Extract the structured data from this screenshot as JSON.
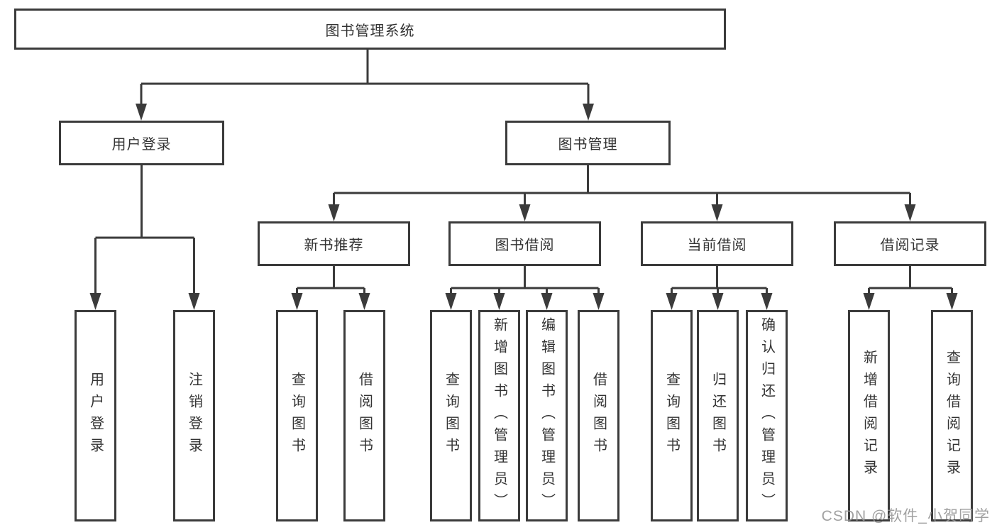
{
  "diagram": {
    "watermark": "CSDN @软件_小贺同学",
    "colors": {
      "line": "#3b3b3b",
      "box_border": "#3b3b3b",
      "text": "#333333",
      "background": "#ffffff",
      "watermark": "#949494"
    },
    "tree": {
      "root": {
        "label": "图书管理系统",
        "children": [
          {
            "label": "用户登录",
            "children": [
              {
                "label": "用户登录"
              },
              {
                "label": "注销登录"
              }
            ]
          },
          {
            "label": "图书管理",
            "children": [
              {
                "label": "新书推荐",
                "children": [
                  {
                    "label": "查询图书"
                  },
                  {
                    "label": "借阅图书"
                  }
                ]
              },
              {
                "label": "图书借阅",
                "children": [
                  {
                    "label": "查询图书"
                  },
                  {
                    "label": "新增图书（管理员）"
                  },
                  {
                    "label": "编辑图书（管理员）"
                  },
                  {
                    "label": "借阅图书"
                  }
                ]
              },
              {
                "label": "当前借阅",
                "children": [
                  {
                    "label": "查询图书"
                  },
                  {
                    "label": "归还图书"
                  },
                  {
                    "label": "确认归还（管理员）"
                  }
                ]
              },
              {
                "label": "借阅记录",
                "children": [
                  {
                    "label": "新增借阅记录"
                  },
                  {
                    "label": "查询借阅记录"
                  }
                ]
              }
            ]
          }
        ]
      }
    }
  }
}
